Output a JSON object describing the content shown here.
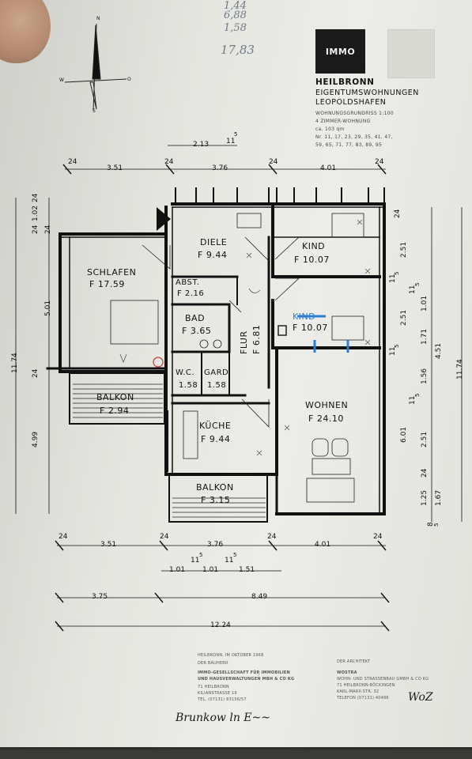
{
  "handwritten_notes": [
    "1,44",
    "6,88",
    "1,58",
    "17,83"
  ],
  "logo": {
    "text": "IMMO"
  },
  "header": {
    "company": "HEILBRONN",
    "title_line1": "EIGENTUMSWOHNUNGEN",
    "title_line2": "LEOPOLDSHAFEN",
    "subtitle": "WOHNUNGSGRUNDRISS 1:100",
    "type": "4 ZIMMER-WOHNUNG",
    "area": "ca. 103 qm",
    "numbers_line1": "Nr. 11, 17, 23, 29, 35, 41, 47,",
    "numbers_line2": "59, 65, 71, 77, 83, 89, 95"
  },
  "rooms": {
    "schlafen": {
      "name": "SCHLAFEN",
      "area": "F 17.59"
    },
    "diele": {
      "name": "DIELE",
      "area": "F 9.44"
    },
    "kind1": {
      "name": "KIND",
      "area": "F 10.07"
    },
    "kind2": {
      "name": "KIND",
      "area": "F 10.07"
    },
    "abst": {
      "name": "ABST.",
      "area": "F 2.16"
    },
    "bad": {
      "name": "BAD",
      "area": "F 3.65"
    },
    "flur": {
      "name": "FLUR",
      "area": "F 6.81"
    },
    "wc": {
      "name": "W.C.",
      "area": "1.58"
    },
    "gard": {
      "name": "GARD",
      "area": "1.58"
    },
    "balkon1": {
      "name": "BALKON",
      "area": "F 2.94"
    },
    "kueche": {
      "name": "KÜCHE",
      "area": "F 9.44"
    },
    "wohnen": {
      "name": "WOHNEN",
      "area": "F 24.10"
    },
    "balkon2": {
      "name": "BALKON",
      "area": "F 3.15"
    }
  },
  "dims": {
    "top": {
      "a": "24",
      "b": "3.51",
      "c": "24",
      "d": "3.76",
      "e": "24",
      "f": "4.01",
      "g": "24",
      "t1": "2.13",
      "t1s": "5",
      "t2": "11"
    },
    "bottom": {
      "a": "24",
      "b": "3.51",
      "c": "24",
      "d": "3.76",
      "e": "24",
      "f": "4.01",
      "g": "24",
      "s1": "1.01",
      "s2": "1.01",
      "s3": "1.51",
      "s4": "11",
      "s5": "11",
      "s6": "5",
      "s7": "5",
      "l1": "3.75",
      "l2": "8.49",
      "total": "12.24"
    },
    "left": {
      "total": "11.74",
      "a": "24",
      "b": "1.02",
      "c": "24",
      "d": "24",
      "e": "5.01",
      "f": "24",
      "g": "4.99"
    },
    "right": {
      "total": "11.74",
      "a": "24",
      "b": "2.51",
      "c": "11",
      "d": "5",
      "e": "2.51",
      "f": "1.01",
      "g": "11",
      "h": "5",
      "i": "1.71",
      "j": "4.51",
      "k": "11",
      "l": "5",
      "m": "1.56",
      "n": "11",
      "o": "5",
      "p": "6.01",
      "q": "2.51",
      "r": "24",
      "s": "1.25",
      "t": "1.67",
      "u": "8",
      "v": "5"
    }
  },
  "footer": {
    "date": "HEILBRONN, IM OKTOBER 1968",
    "bauherr_label": "DER BAUHERR",
    "bauherr1": "IMMO-GESELLSCHAFT FÜR IMMOBILIEN",
    "bauherr2": "UND HAUSVERWALTUNGEN MBH & CO KG",
    "bauherr3": "71 HEILBRONN",
    "bauherr4": "KILIANSTRASSE 19",
    "bauherr5": "TEL. (07131) 83156/57",
    "architekt_label": "DER ARCHITEKT",
    "arch1": "WOSTRA",
    "arch2": "WOHN- UND STRASSENBAU GMBH & CO KG",
    "arch3": "71 HEILBRONN-BÖCKINGEN",
    "arch4": "KARL-MARX-STR. 32",
    "arch5": "TELEFON (07131) 40486",
    "mark": "WoZ",
    "signature": "Brunkow  ln  E~~"
  },
  "compass": {
    "north": "N",
    "east": "O",
    "south": "S",
    "west": "W"
  },
  "colors": {
    "paper": "#e6e6e1",
    "ink": "#111111",
    "annotation_blue": "#2a7fd4",
    "annotation_red": "#c0392b"
  }
}
